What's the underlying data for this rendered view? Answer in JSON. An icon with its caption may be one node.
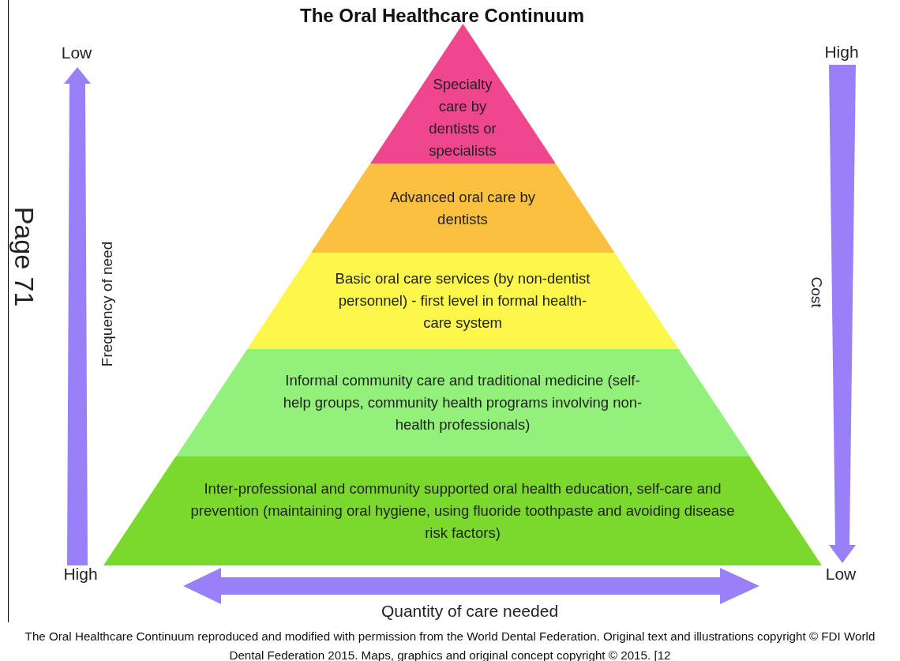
{
  "diagram": {
    "title": "The Oral Healthcare Continuum",
    "caption": "The Oral Healthcare Continuum reproduced and modified with permission from the World Dental Federation. Original text and illustrations copyright © FDI World Dental Federation 2015. Maps, graphics and original concept copyright © 2015. [12",
    "nodes": [
      {
        "text": [
          "Specialty care by dentists or specialists"
        ]
      },
      {
        "text": [
          "Advanced oral care by dentists"
        ]
      },
      {
        "text": [
          "Basic oral care services (by non-dentist personnel) - first level in formal health-care system"
        ]
      },
      {
        "text": [
          "Informal community care and traditional medicine (self-help groups, community health programs involving non-health professionals)"
        ]
      },
      {
        "text": [
          "Inter-professional and community supported oral health education, self-care and prevention (maintaining oral hygiene, using fluoride toothpaste and avoiding disease risk factors)"
        ]
      }
    ],
    "edges": [],
    "labels": [
      "Low",
      "High",
      "Page 71",
      "Frequency of need",
      "Cost",
      "High",
      "Low",
      "Quantity of care needed"
    ]
  }
}
